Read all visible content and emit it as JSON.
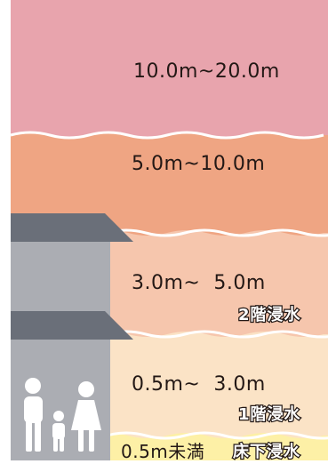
{
  "bands": [
    {
      "range": "10.0m~20.0m",
      "color": "#e8a4ad"
    },
    {
      "range": "5.0m~10.0m",
      "color": "#efa583"
    },
    {
      "range": "3.0m~  5.0m",
      "color": "#f6c6ad",
      "note": "2階浸水"
    },
    {
      "range": "0.5m~  3.0m",
      "color": "#fbe3c6",
      "note": "1階浸水"
    },
    {
      "range": "0.5m未満",
      "color": "#fdf0a6",
      "note": "床下浸水"
    }
  ],
  "building": {
    "wall_color": "#abadb3",
    "roof_color": "#6a6f79",
    "people_color": "#ffffff"
  }
}
